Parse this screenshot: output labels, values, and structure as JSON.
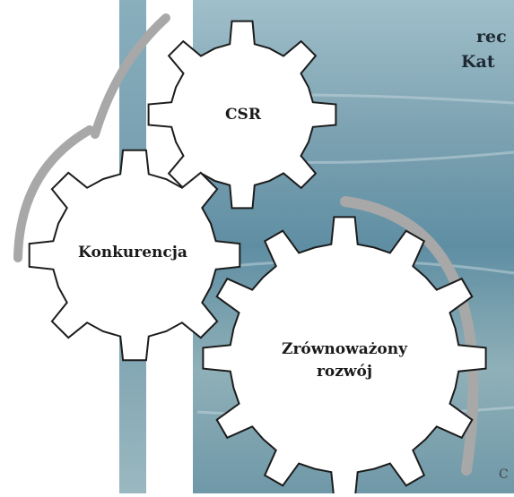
{
  "gears": {
    "csr": {
      "label": "CSR"
    },
    "konkurencja": {
      "label": "Konkurencja"
    },
    "rozwoj": {
      "line1": "Zrównoważony",
      "line2": "rozwój"
    }
  },
  "edge_text": {
    "line1": "rec",
    "line2": "Kat",
    "bottom": "C"
  },
  "colors": {
    "background_water": "#5f8ea3",
    "left_band": "#7fa8b8",
    "gear_fill": "#ffffff",
    "gear_stroke": "#1c1c1c",
    "arrow": "#a8a8a8"
  }
}
